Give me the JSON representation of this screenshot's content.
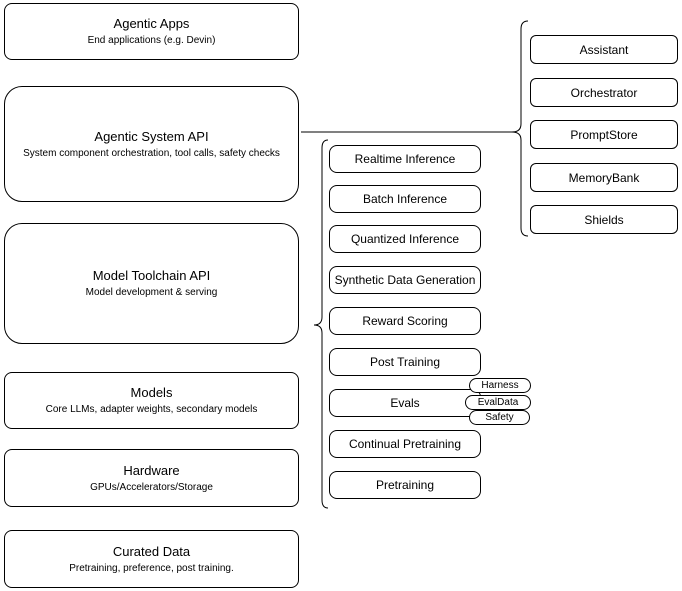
{
  "diagram": {
    "stack": [
      {
        "title": "Agentic Apps",
        "subtitle": "End applications (e.g. Devin)"
      },
      {
        "title": "Agentic System API",
        "subtitle": "System component orchestration, tool calls, safety checks"
      },
      {
        "title": "Model Toolchain API",
        "subtitle": "Model development & serving"
      },
      {
        "title": "Models",
        "subtitle": "Core LLMs, adapter weights, secondary models"
      },
      {
        "title": "Hardware",
        "subtitle": "GPUs/Accelerators/Storage"
      },
      {
        "title": "Curated Data",
        "subtitle": "Pretraining, preference, post training."
      }
    ],
    "toolchain_items": [
      "Realtime Inference",
      "Batch Inference",
      "Quantized Inference",
      "Synthetic Data Generation",
      "Reward Scoring",
      "Post Training",
      "Evals",
      "Continual Pretraining",
      "Pretraining"
    ],
    "evals_badges": [
      "Harness",
      "EvalData",
      "Safety"
    ],
    "system_components": [
      "Assistant",
      "Orchestrator",
      "PromptStore",
      "MemoryBank",
      "Shields"
    ],
    "colors": {
      "stroke": "#000000",
      "fill": "#ffffff",
      "text": "#000000"
    }
  }
}
